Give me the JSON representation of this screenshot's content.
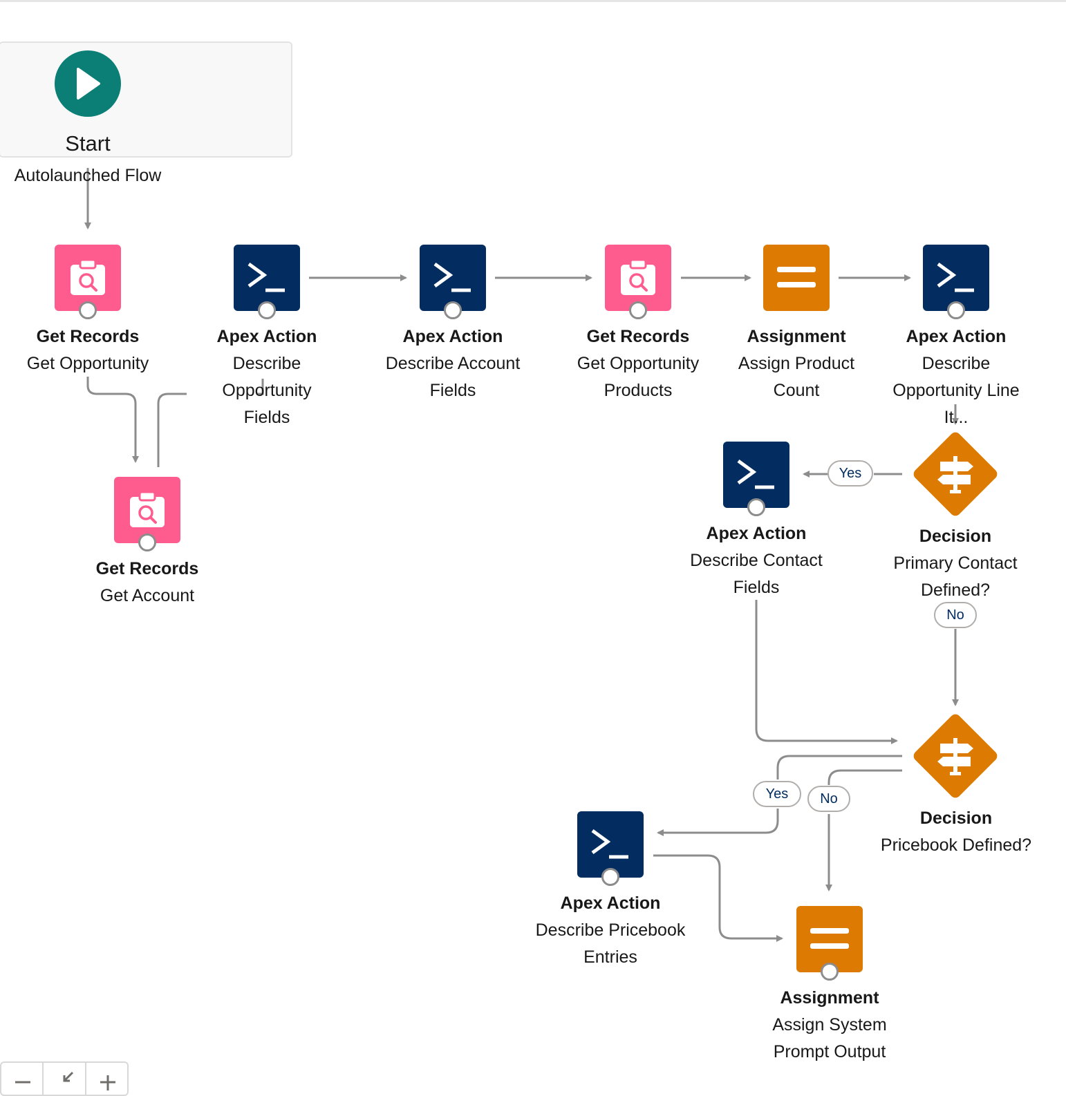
{
  "start": {
    "title": "Start",
    "subtitle": "Autolaunched Flow"
  },
  "nodes": {
    "get_opportunity": {
      "type": "Get Records",
      "name": "Get Opportunity"
    },
    "describe_opp_fields": {
      "type": "Apex Action",
      "name": "Describe Opportunity Fields"
    },
    "describe_account_fields": {
      "type": "Apex Action",
      "name": "Describe Account Fields"
    },
    "get_opp_products": {
      "type": "Get Records",
      "name": "Get Opportunity Products"
    },
    "assign_product_count": {
      "type": "Assignment",
      "name": "Assign Product Count"
    },
    "describe_oli": {
      "type": "Apex Action",
      "name": "Describe Opportunity Line It..."
    },
    "get_account": {
      "type": "Get Records",
      "name": "Get Account"
    },
    "describe_contact_fields": {
      "type": "Apex Action",
      "name": "Describe Contact Fields"
    },
    "decision_primary_contact": {
      "type": "Decision",
      "name": "Primary Contact Defined?"
    },
    "decision_pricebook": {
      "type": "Decision",
      "name": "Pricebook Defined?"
    },
    "describe_pricebook": {
      "type": "Apex Action",
      "name": "Describe Pricebook Entries"
    },
    "assign_prompt_output": {
      "type": "Assignment",
      "name": "Assign System Prompt Output"
    }
  },
  "paths": {
    "primary_yes": "Yes",
    "primary_no": "No",
    "pricebook_yes": "Yes",
    "pricebook_no": "No"
  },
  "colors": {
    "get_records": "#fe5c8e",
    "apex_action": "#032d60",
    "assignment": "#dd7a01",
    "decision": "#dd7a01",
    "start": "#0b7f76",
    "connector": "#8c8c8c"
  },
  "icons": {
    "start": "play-icon",
    "get_records": "clipboard-search-icon",
    "apex_action": "terminal-prompt-icon",
    "assignment": "equals-icon",
    "decision": "signpost-icon"
  }
}
